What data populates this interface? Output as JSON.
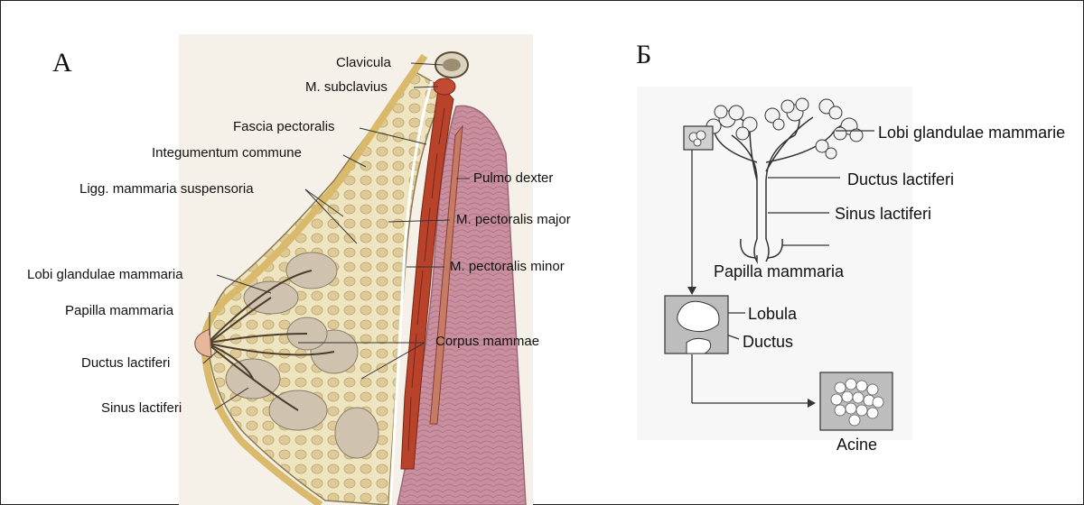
{
  "panels": {
    "a": {
      "letter": "A",
      "labels": {
        "clavicula": "Clavicula",
        "subclavius": "M. subclavius",
        "fascia": "Fascia pectoralis",
        "integumentum": "Integumentum commune",
        "ligg": "Ligg. mammaria  suspensoria",
        "pulmo": "Pulmo dexter",
        "pect_major": "M. pectoralis major",
        "pect_minor": "M. pectoralis minor",
        "lobi": "Lobi glandulae mammaria",
        "papilla": "Papilla mammaria",
        "corpus": "Corpus mammae",
        "ductus": "Ductus lactiferi",
        "sinus": "Sinus lactiferi"
      }
    },
    "b": {
      "letter": "Б",
      "labels": {
        "lobi": "Lobi glandulae mammarie",
        "ductus": "Ductus lactiferi",
        "sinus": "Sinus lactiferi",
        "papilla": "Papilla mammaria",
        "lobula": "Lobula",
        "ductus_small": "Ductus",
        "acine": "Acine"
      }
    }
  }
}
